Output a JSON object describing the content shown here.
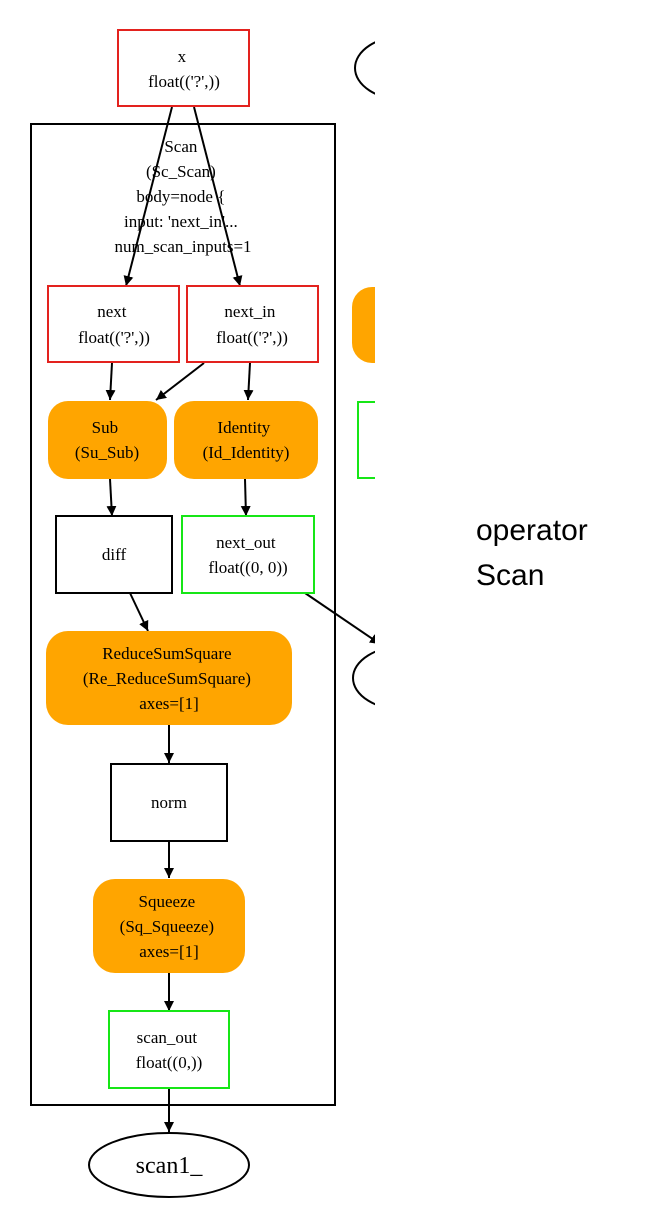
{
  "diagram": {
    "colors": {
      "input_border": "#e3221e",
      "output_border": "#16e616",
      "op_fill": "#ffa500",
      "plain_border": "#000000",
      "edge": "#000000"
    },
    "nodes": {
      "x": {
        "lines": [
          "x",
          "float(('?',))"
        ]
      },
      "next": {
        "lines": [
          "next",
          "float(('?',))"
        ]
      },
      "next_in": {
        "lines": [
          "next_in",
          "float(('?',))"
        ]
      },
      "sub": {
        "lines": [
          "Sub",
          "(Su_Sub)"
        ]
      },
      "identity": {
        "lines": [
          "Identity",
          "(Id_Identity)"
        ]
      },
      "diff": {
        "lines": [
          "diff"
        ]
      },
      "next_out": {
        "lines": [
          "next_out",
          "float((0, 0))"
        ]
      },
      "reduce": {
        "lines": [
          "ReduceSumSquare",
          "(Re_ReduceSumSquare)",
          "axes=[1]"
        ]
      },
      "norm": {
        "lines": [
          "norm"
        ]
      },
      "squeeze": {
        "lines": [
          "Squeeze",
          "(Sq_Squeeze)",
          "axes=[1]"
        ]
      },
      "scan_out": {
        "lines": [
          "scan_out",
          "float((0,))"
        ]
      },
      "scan1": {
        "lines": [
          "scan1_"
        ]
      }
    },
    "cluster": {
      "lines": [
        "Scan",
        "(Sc_Scan)",
        "body=node {",
        "input: 'next_in'...",
        "num_scan_inputs=1"
      ]
    }
  },
  "side_label": {
    "line1": "operator",
    "line2": "Scan"
  }
}
